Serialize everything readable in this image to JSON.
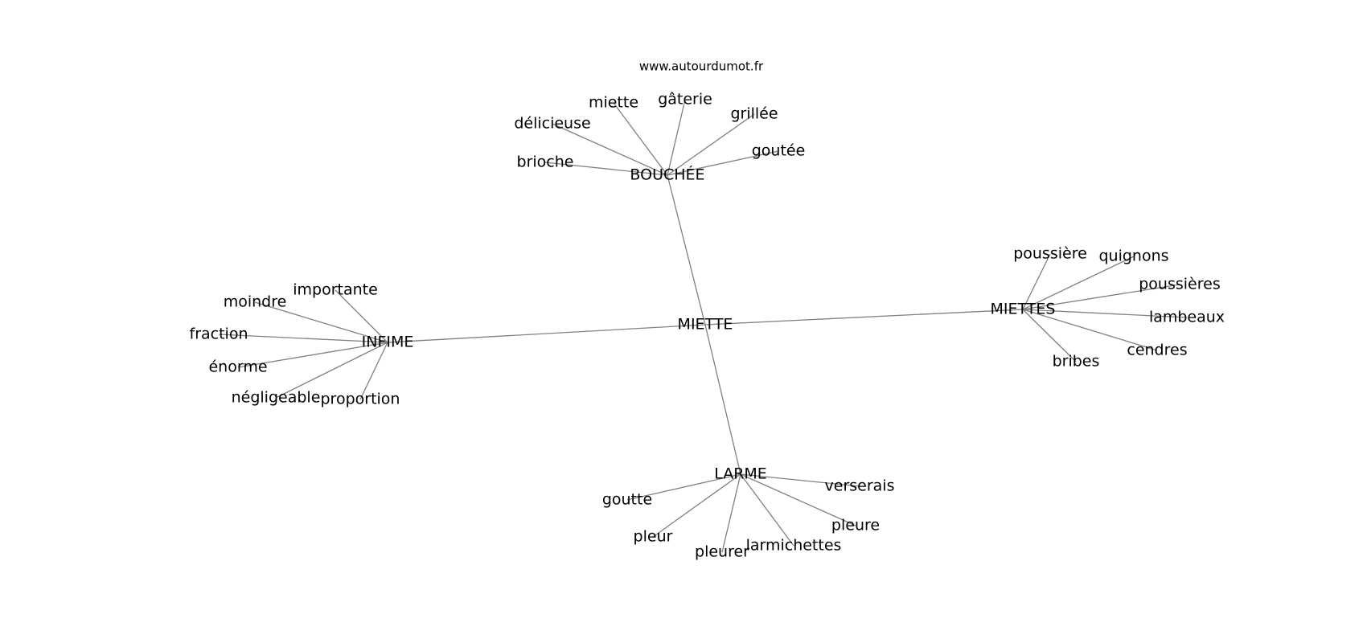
{
  "source": "www.autourdumot.fr",
  "graph": {
    "center": "MIETTE",
    "hubs": [
      {
        "id": "bouchee",
        "label": "BOUCHÉE",
        "words": [
          "brioche",
          "délicieuse",
          "miette",
          "gâterie",
          "grillée",
          "goutée"
        ]
      },
      {
        "id": "infime",
        "label": "INFIME",
        "words": [
          "importante",
          "moindre",
          "fraction",
          "énorme",
          "négligeable",
          "proportion"
        ]
      },
      {
        "id": "miettes",
        "label": "MIETTES",
        "words": [
          "poussière",
          "quignons",
          "poussières",
          "lambeaux",
          "cendres",
          "bribes"
        ]
      },
      {
        "id": "larme",
        "label": "LARME",
        "words": [
          "goutte",
          "pleur",
          "pleurer",
          "larmichettes",
          "pleure",
          "verserais"
        ]
      }
    ]
  },
  "colors": {
    "edge": "#808080",
    "text": "#000000",
    "background": "#ffffff"
  }
}
